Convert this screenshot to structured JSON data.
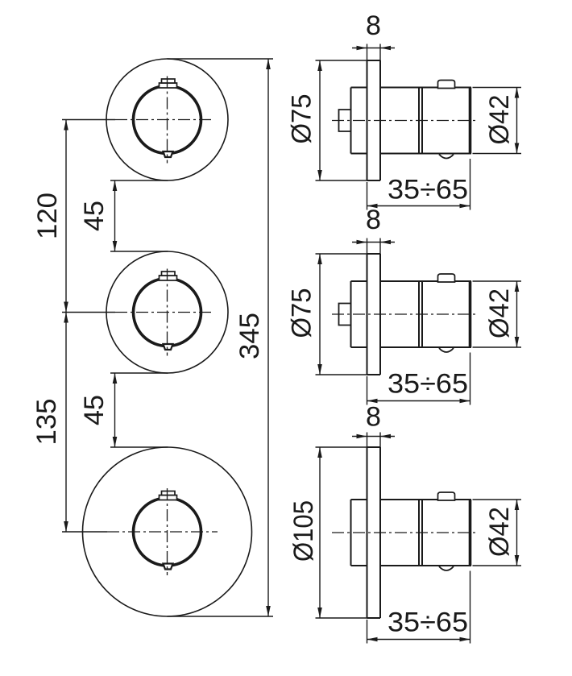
{
  "front_view": {
    "center_spacing_upper": "120",
    "gap_upper": "45",
    "center_spacing_lower": "135",
    "gap_lower": "45",
    "total_height": "345"
  },
  "side_views": {
    "top": {
      "plate_thickness": "8",
      "plate_diameter": "Ø75",
      "knob_diameter": "Ø42",
      "depth_range": "35÷65"
    },
    "middle": {
      "plate_thickness": "8",
      "plate_diameter": "Ø75",
      "knob_diameter": "Ø42",
      "depth_range": "35÷65"
    },
    "bottom": {
      "plate_thickness": "8",
      "plate_diameter": "Ø105",
      "knob_diameter": "Ø42",
      "depth_range": "35÷65"
    }
  },
  "colors": {
    "line": "#1a1a1a",
    "background": "#ffffff"
  }
}
